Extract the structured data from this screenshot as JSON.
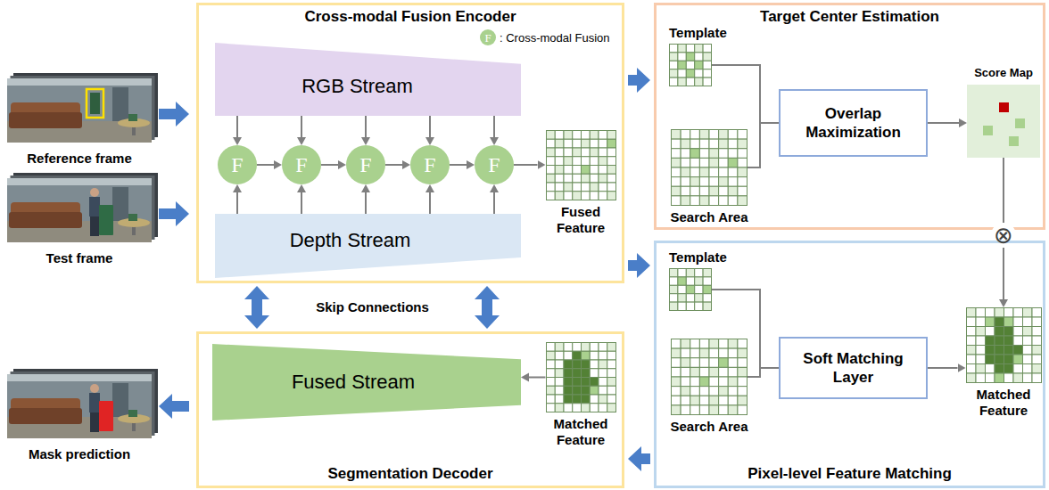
{
  "diagram": {
    "nodes": [
      {
        "text": [
          "Reference frame"
        ]
      },
      {
        "text": [
          "Test frame"
        ]
      },
      {
        "text": [
          "Cross-modal Fusion Encoder"
        ]
      },
      {
        "text": [
          "RGB Stream"
        ],
        "in": 2
      },
      {
        "text": [
          "F"
        ],
        "in": 2
      },
      {
        "text": [
          "F"
        ],
        "in": 2
      },
      {
        "text": [
          "F"
        ],
        "in": 2
      },
      {
        "text": [
          "F"
        ],
        "in": 2
      },
      {
        "text": [
          "F"
        ],
        "in": 2
      },
      {
        "text": [
          "Depth Stream"
        ],
        "in": 2
      },
      {
        "text": [
          "Fused Feature"
        ],
        "in": 2
      },
      {
        "text": [
          "Target Center Estimation"
        ]
      },
      {
        "text": [
          "Template"
        ],
        "in": 11
      },
      {
        "text": [
          "Search Area"
        ],
        "in": 11
      },
      {
        "text": [
          "Overlap Maximization"
        ],
        "in": 11
      },
      {
        "text": [
          "Score Map"
        ],
        "in": 11
      },
      {
        "text": [
          "⊗"
        ]
      },
      {
        "text": [
          "Pixel-level Feature Matching"
        ]
      },
      {
        "text": [
          "Template"
        ],
        "in": 17
      },
      {
        "text": [
          "Search Area"
        ],
        "in": 17
      },
      {
        "text": [
          "Soft Matching Layer"
        ],
        "in": 17
      },
      {
        "text": [
          "Matched Feature"
        ],
        "in": 17
      },
      {
        "text": [
          "Mask prediction"
        ]
      },
      {
        "text": [
          "Segmentation Decoder"
        ]
      },
      {
        "text": [
          "Fused Stream"
        ],
        "in": 23
      },
      {
        "text": [
          "Matched Feature"
        ],
        "in": 23
      }
    ],
    "edges": [
      {
        "from": 0,
        "to": 2,
        "arrow": "to"
      },
      {
        "from": 1,
        "to": 2,
        "arrow": "to"
      },
      {
        "from": 2,
        "to": 11,
        "arrow": "to"
      },
      {
        "from": 2,
        "to": 17,
        "arrow": "to"
      },
      {
        "from": 17,
        "to": 23,
        "arrow": "to"
      },
      {
        "from": 23,
        "to": 22,
        "arrow": "to"
      },
      {
        "from": 2,
        "to": 23,
        "arrow": "both"
      },
      {
        "from": 2,
        "to": 23,
        "arrow": "both"
      },
      {
        "from": 3,
        "to": 4,
        "arrow": "to"
      },
      {
        "from": 3,
        "to": 5,
        "arrow": "to"
      },
      {
        "from": 3,
        "to": 6,
        "arrow": "to"
      },
      {
        "from": 3,
        "to": 7,
        "arrow": "to"
      },
      {
        "from": 3,
        "to": 8,
        "arrow": "to"
      },
      {
        "from": 9,
        "to": 4,
        "arrow": "to"
      },
      {
        "from": 9,
        "to": 5,
        "arrow": "to"
      },
      {
        "from": 9,
        "to": 6,
        "arrow": "to"
      },
      {
        "from": 9,
        "to": 7,
        "arrow": "to"
      },
      {
        "from": 9,
        "to": 8,
        "arrow": "to"
      },
      {
        "from": 4,
        "to": 5,
        "arrow": "to"
      },
      {
        "from": 5,
        "to": 6,
        "arrow": "to"
      },
      {
        "from": 6,
        "to": 7,
        "arrow": "to"
      },
      {
        "from": 7,
        "to": 8,
        "arrow": "to"
      },
      {
        "from": 8,
        "to": 10,
        "arrow": "to"
      },
      {
        "from": 12,
        "to": 14,
        "arrow": "none"
      },
      {
        "from": 13,
        "to": 14,
        "arrow": "none"
      },
      {
        "from": 14,
        "to": 15,
        "arrow": "to"
      },
      {
        "from": 15,
        "to": 16,
        "arrow": "none"
      },
      {
        "from": 16,
        "to": 21,
        "arrow": "to"
      },
      {
        "from": 18,
        "to": 20,
        "arrow": "none"
      },
      {
        "from": 19,
        "to": 20,
        "arrow": "none"
      },
      {
        "from": 20,
        "to": 21,
        "arrow": "to"
      },
      {
        "from": 25,
        "to": 24,
        "arrow": "to"
      }
    ],
    "labels": [
      "Skip Connections",
      "F"
    ],
    "legend": [
      {
        "text": ": Cross-modal Fusion",
        "color": "#a9d18e"
      }
    ]
  }
}
